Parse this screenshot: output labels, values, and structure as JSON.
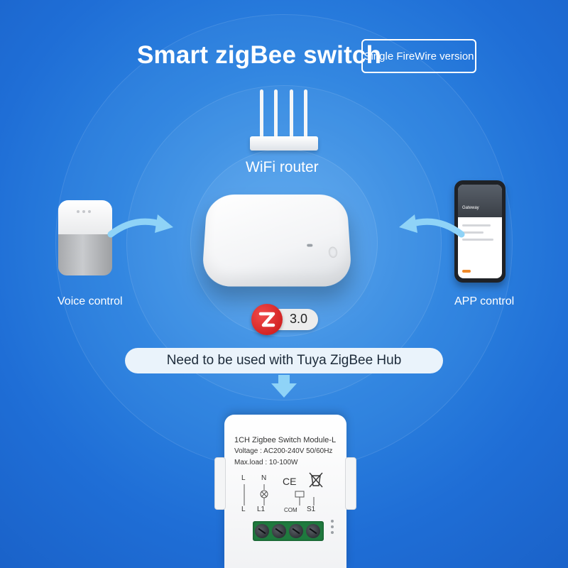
{
  "header": {
    "title": "Smart zigBee switch",
    "version_badge": "Single FireWire version"
  },
  "router": {
    "label": "WiFi router"
  },
  "left_device": {
    "label": "Voice control"
  },
  "right_device": {
    "label": "APP control",
    "screen_title": "Gateway"
  },
  "zigbee_badge": {
    "version": "3.0"
  },
  "hub_note": "Need to be used with Tuya ZigBee Hub",
  "module": {
    "name": "1CH Zigbee Switch Module-L",
    "voltage": "Voltage : AC200-240V 50/60Hz",
    "max_load": "Max.load : 10-100W",
    "label_L": "L",
    "label_N": "N",
    "cert_ce": "CE",
    "terminals": [
      "L",
      "L1",
      "COM",
      "S1"
    ]
  },
  "colors": {
    "background": "#2d84e0",
    "accent_red": "#c81414",
    "terminal_green": "#1f7a3e"
  }
}
